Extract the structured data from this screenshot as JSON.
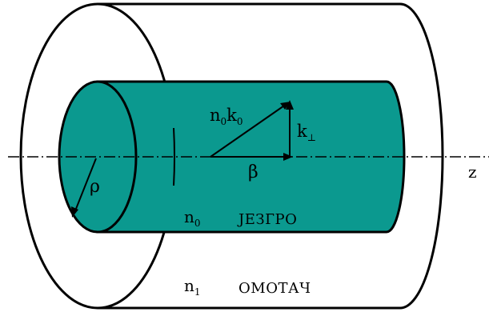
{
  "labels": {
    "cladding_index": "n",
    "cladding_index_sub": "1",
    "cladding_name": "ОМОТАЧ",
    "core_index": "n",
    "core_index_sub": "0",
    "core_name": "ЈЕЗГРО",
    "radius": "ρ",
    "axis": "z",
    "k_total_n": "n",
    "k_total_n_sub": "0",
    "k_total_k": "k",
    "k_total_k_sub": "0",
    "k_perp": "k",
    "k_perp_sub": "⊥",
    "beta": "β"
  },
  "colors": {
    "core_fill": "#0b998f",
    "stroke": "#000000",
    "background": "#ffffff"
  }
}
